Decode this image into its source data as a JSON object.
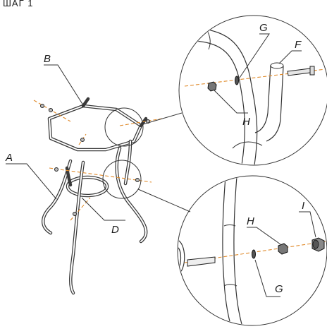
{
  "diagram": {
    "step_label": "ШАГ 1",
    "parts": {
      "a": "A",
      "b": "B",
      "d": "D",
      "f": "F",
      "g_top": "G",
      "h_top": "H",
      "h_bottom": "H",
      "g_bottom": "G",
      "i": "I"
    }
  }
}
